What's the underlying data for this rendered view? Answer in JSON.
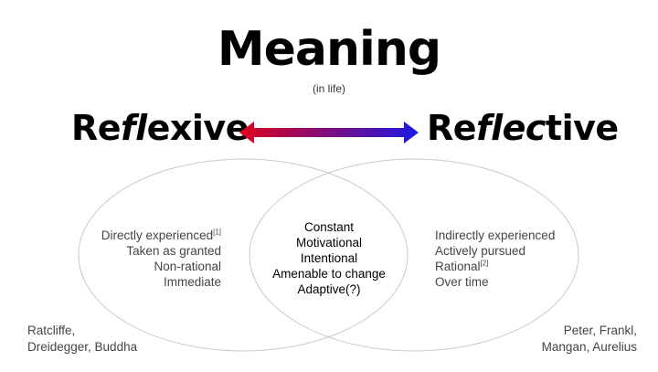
{
  "title": "Meaning",
  "subtitle": "(in life)",
  "poles": {
    "left": {
      "prefix": "Re",
      "italic": "fl",
      "suffix": "exive"
    },
    "right": {
      "prefix": "Re",
      "italic": "flec",
      "suffix": "tive"
    }
  },
  "arrow": {
    "start_color": "#e0001a",
    "end_color": "#1a1ae6"
  },
  "left_list": [
    {
      "text": "Directly experienced",
      "sup": "[1]"
    },
    {
      "text": "Taken as granted",
      "sup": ""
    },
    {
      "text": "Non-rational",
      "sup": ""
    },
    {
      "text": "Immediate",
      "sup": ""
    }
  ],
  "center_list": [
    "Constant",
    "Motivational",
    "Intentional",
    "Amenable to change",
    "Adaptive(?)"
  ],
  "right_list": [
    {
      "text": "Indirectly experienced",
      "sup": ""
    },
    {
      "text": "Actively pursued",
      "sup": ""
    },
    {
      "text": "Rational",
      "sup": "[2]"
    },
    {
      "text": "Over time",
      "sup": ""
    }
  ],
  "names_left": [
    "Ratcliffe,",
    "Dreidegger, Buddha"
  ],
  "names_right": [
    "Peter, Frankl,",
    "Mangan, Aurelius"
  ]
}
